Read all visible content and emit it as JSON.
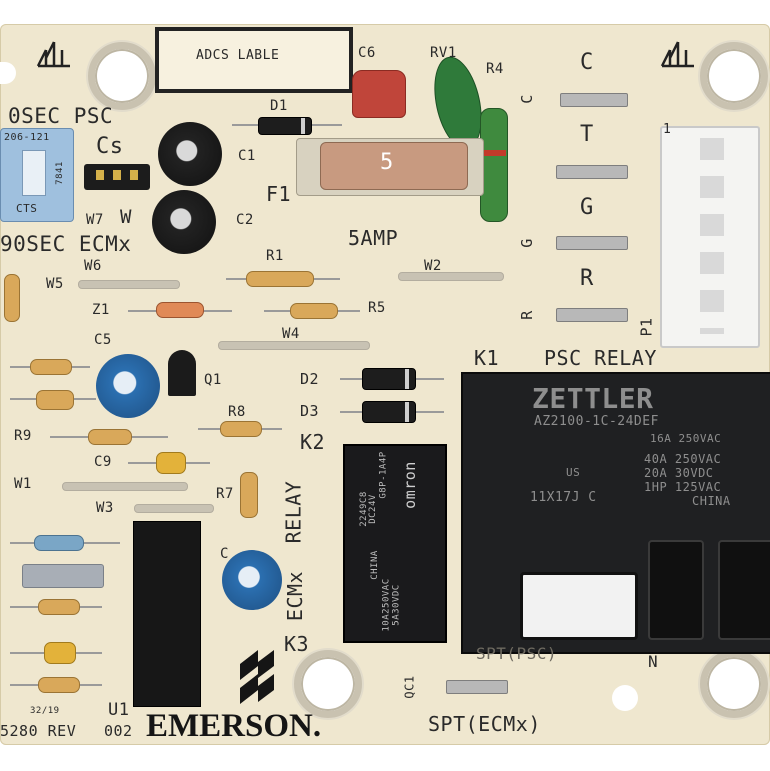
{
  "silkscreen": {
    "adcs_label": "ADCS LABLE",
    "c6": "C6",
    "rv1": "RV1",
    "r4": "R4",
    "c_top": "C",
    "c_side": "C",
    "t_label": "T",
    "g_label": "G",
    "g_side": "G",
    "r_label": "R",
    "r_side": "R",
    "osec_psc": "0SEC PSC",
    "cs": "Cs",
    "d1": "D1",
    "c1": "C1",
    "c2": "C2",
    "f1": "F1",
    "fuse_value": "5",
    "five_amp": "5AMP",
    "w7": "W7",
    "w_label": "W",
    "ninety_sec_ecmx": "90SEC ECMx",
    "w6": "W6",
    "r1": "R1",
    "w5": "W5",
    "w2": "W2",
    "z1": "Z1",
    "r5": "R5",
    "w4": "W4",
    "c5": "C5",
    "q1": "Q1",
    "d2": "D2",
    "d3": "D3",
    "k1": "K1",
    "psc_relay": "PSC RELAY",
    "p1": "P1",
    "pin1": "1",
    "r8": "R8",
    "r9": "R9",
    "k2": "K2",
    "c9": "C9",
    "w1": "W1",
    "r7": "R7",
    "w3": "W3",
    "relay": "RELAY",
    "ecmx": "ECMx",
    "k3": "K3",
    "c_cap": "C",
    "u1": "U1",
    "rev_date": "32/19",
    "part_rev": "5280  REV",
    "rev_num": "002",
    "emerson": "EMERSON.",
    "qc1": "QC1",
    "spt_ecmx": "SPT(ECMx)",
    "spt_psc": "SPT(PSC)",
    "n_label": "N"
  },
  "components": {
    "timer_switch_number": "206-121",
    "timer_switch_code": "7841",
    "timer_switch_brand": "CTS",
    "k1_brand": "ZETTLER",
    "k1_model": "AZ2100-1C-24DEF",
    "k1_rating1": "16A  250VAC",
    "k1_rating2": "40A  250VAC",
    "k1_rating3": "20A  30VDC",
    "k1_rating4": "1HP  125VAC",
    "k1_country": "CHINA",
    "k1_ul": "US",
    "k1_lot": "11X17J C",
    "k3_brand": "omron",
    "k3_model": "G8P-1A4P",
    "k3_coil": "DC24V",
    "k3_lot": "2249C8",
    "k3_origin": "CHINA",
    "k3_rating1": "5A30VDC",
    "k3_rating2": "10A250VAC"
  },
  "colors": {
    "board": "#efe7cf",
    "relay_body": "#1f2022",
    "fuse": "#c89a80",
    "varistor": "#2f7a3a",
    "capacitor_blue": "#2b6fb0",
    "switch_blue": "#9fc0de"
  }
}
